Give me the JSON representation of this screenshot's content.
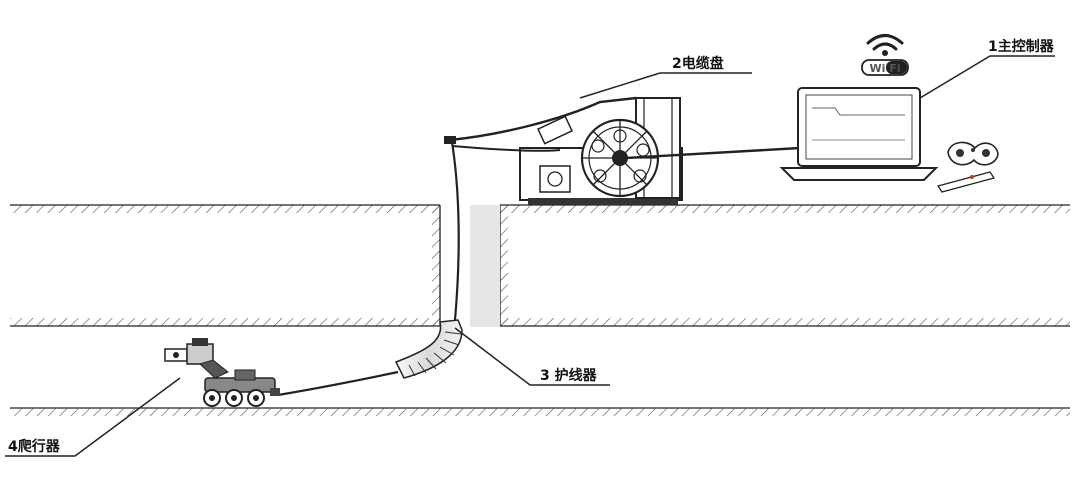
{
  "labels": {
    "controller": "1主控制器",
    "cable_reel": "2电缆盘",
    "protector": "3 护线器",
    "crawler": "4爬行器"
  },
  "wifi": {
    "text": "Wi Fi"
  },
  "colors": {
    "line": "#222222",
    "hatch": "#444444",
    "device": "#333333"
  }
}
